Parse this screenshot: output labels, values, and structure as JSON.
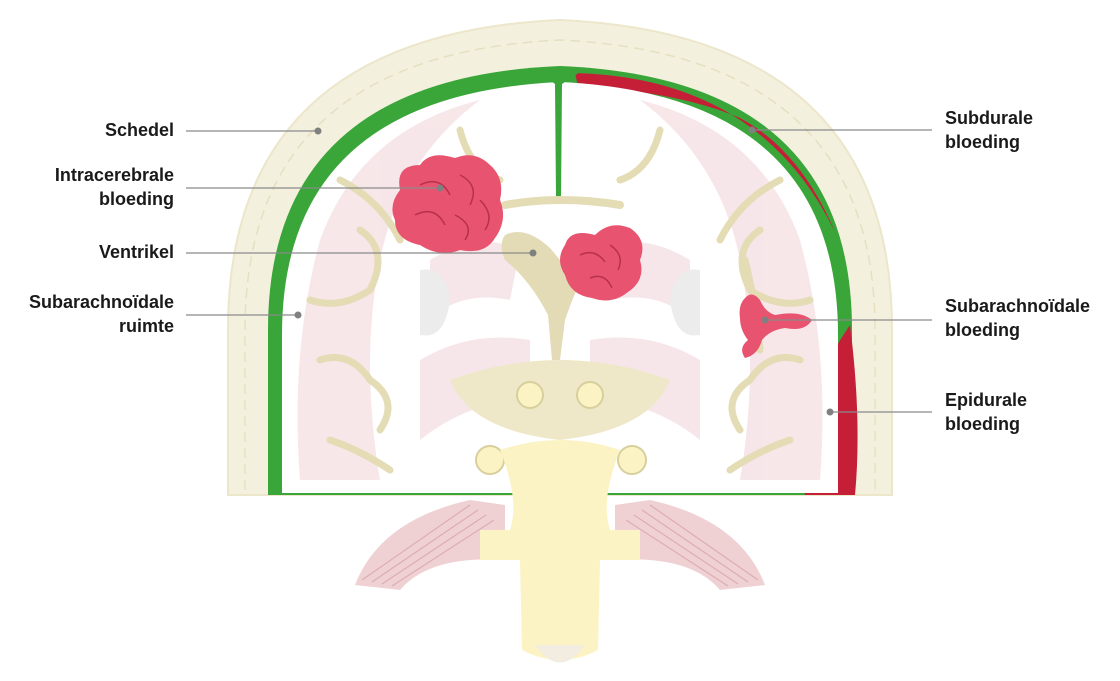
{
  "colors": {
    "skull": "#f3efdc",
    "skull_edge": "#ebe4c6",
    "meninges": "#3aa63a",
    "brain": "#fbf2f3",
    "brain_pink": "#f3dfe3",
    "white_matter_lines": "#e3dbb5",
    "hemorrhage": "#e8546f",
    "hemorrhage_dark": "#c2283f",
    "dural_blood": "#c51f38",
    "brainstem": "#fbf3c4",
    "muscle": "#e3b8bd",
    "leader_line": "#8a8a8a",
    "dot": "#808080",
    "text": "#1a1a1a"
  },
  "labels": {
    "skull": [
      "Schedel"
    ],
    "intracerebral": [
      "Intracerebrale",
      "bloeding"
    ],
    "ventricle": [
      "Ventrikel"
    ],
    "subarachnoid_space": [
      "Subarachnoïdale",
      "ruimte"
    ],
    "subdural": [
      "Subdurale",
      "bloeding"
    ],
    "subarachnoid_bleed": [
      "Subarachnoïdale",
      "bloeding"
    ],
    "epidural": [
      "Epidurale",
      "bloeding"
    ]
  }
}
